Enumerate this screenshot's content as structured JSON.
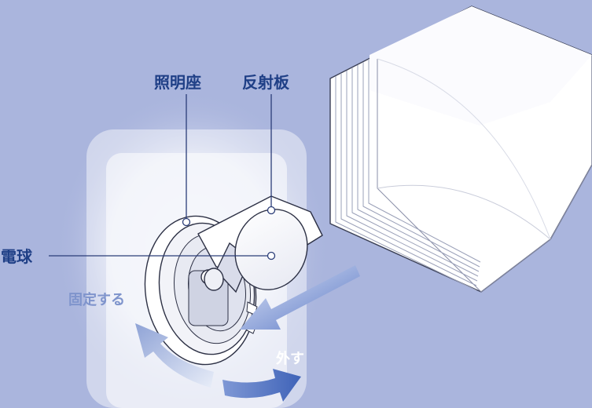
{
  "labels": {
    "lamp_base": "照明座",
    "reflector": "反射板",
    "bulb": "電球",
    "fix": "固定する",
    "remove": "外す"
  },
  "colors": {
    "background": "#aab5dd",
    "label_text": "#1f3f86",
    "arrow_blue": "#4e6fbf",
    "arrow_light": "#d7e0f4",
    "glow": "#ffffff"
  }
}
